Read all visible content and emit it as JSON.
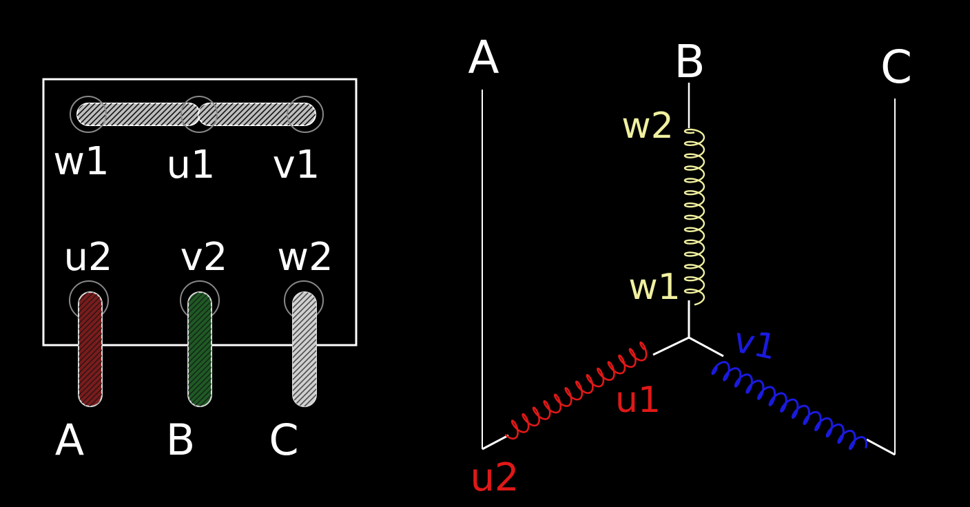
{
  "colors": {
    "background": "#000000",
    "outline": "#ffffff",
    "phase_u": "#e01818",
    "phase_v": "#1a1adf",
    "phase_w": "#f0f0a0",
    "bar_u_fill": "#7a1c1c",
    "bar_v_fill": "#1f5a24",
    "bar_w_fill": "#cfcfcf",
    "link_fill": "#bdbdbd"
  },
  "terminal_box": {
    "top_row": [
      "w1",
      "u1",
      "v1"
    ],
    "bottom_row": [
      "u2",
      "v2",
      "w2"
    ],
    "lines": [
      "A",
      "B",
      "C"
    ]
  },
  "star_diagram": {
    "lines": [
      "A",
      "B",
      "C"
    ],
    "winding_w": {
      "top": "w2",
      "bottom": "w1"
    },
    "winding_u": {
      "inner": "u1",
      "outer": "u2"
    },
    "winding_v": {
      "inner": "v1"
    }
  }
}
